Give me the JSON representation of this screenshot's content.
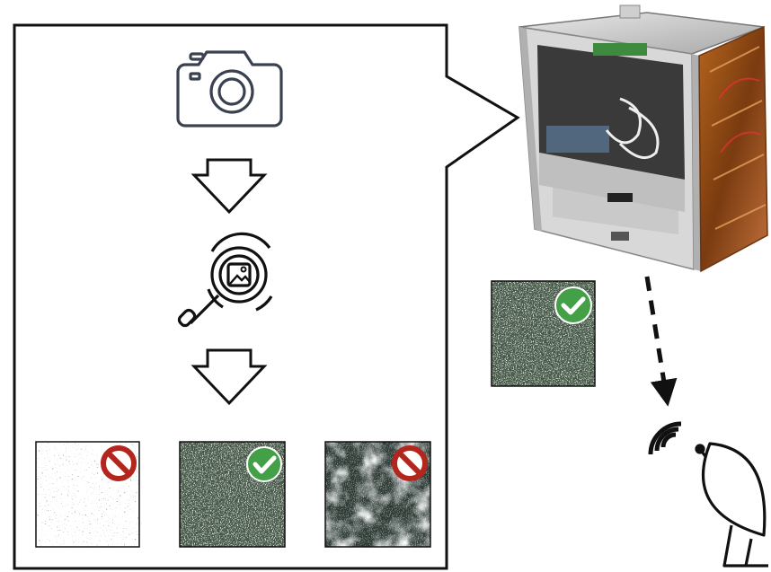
{
  "diagram": {
    "pipeline_steps": [
      {
        "icon": "camera-icon",
        "meaning": "capture"
      },
      {
        "icon": "arrow-down-icon"
      },
      {
        "icon": "image-search-icon",
        "meaning": "analyze"
      },
      {
        "icon": "arrow-down-icon"
      }
    ],
    "candidate_images": [
      {
        "status": "rejected",
        "badge_icon": "prohibited-icon",
        "badge_color": "#b3261e"
      },
      {
        "status": "accepted",
        "badge_icon": "check-icon",
        "badge_color": "#43a047"
      },
      {
        "status": "rejected",
        "badge_icon": "prohibited-icon",
        "badge_color": "#b3261e"
      }
    ],
    "downlinked_image": {
      "status": "accepted",
      "badge_icon": "check-icon",
      "badge_color": "#43a047"
    },
    "transmission": {
      "style": "dashed-arrow",
      "target_icon": "satellite-dish-icon"
    }
  }
}
